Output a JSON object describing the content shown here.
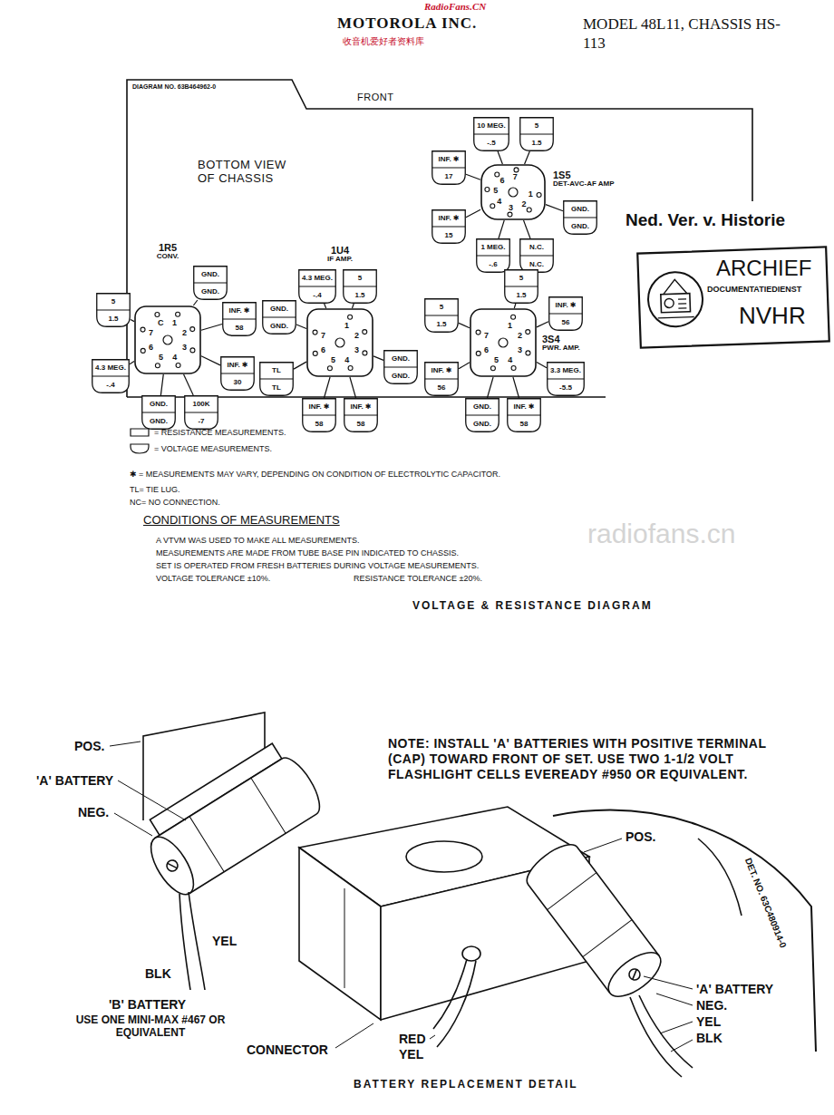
{
  "diagram": {
    "nodes": [
      {
        "text": [
          "1S5",
          "DET-AVC-AF AMP",
          "6",
          "7",
          "5",
          "1",
          "2",
          "4",
          "3"
        ]
      },
      {
        "text": [
          "10 MEG.",
          "-.5"
        ]
      },
      {
        "text": [
          "5",
          "1.5"
        ]
      },
      {
        "text": [
          "INF. ✱",
          "17"
        ]
      },
      {
        "text": [
          "GND.",
          "GND."
        ]
      },
      {
        "text": [
          "INF. ✱",
          "15"
        ]
      },
      {
        "text": [
          "1 MEG.",
          "-.6"
        ]
      },
      {
        "text": [
          "N.C.",
          "N.C."
        ]
      },
      {
        "text": [
          "1R5",
          "CONV.",
          "C",
          "7",
          "1",
          "2",
          "6",
          "3",
          "5",
          "4"
        ]
      },
      {
        "text": [
          "GND.",
          "GND."
        ]
      },
      {
        "text": [
          "5",
          "1.5"
        ]
      },
      {
        "text": [
          "INF. ✱",
          "58"
        ]
      },
      {
        "text": [
          "4.3 MEG.",
          "-.4"
        ]
      },
      {
        "text": [
          "INF. ✱",
          "30"
        ]
      },
      {
        "text": [
          "GND.",
          "GND."
        ]
      },
      {
        "text": [
          "100K",
          "-7"
        ]
      },
      {
        "text": [
          "1U4",
          "IF AMP.",
          "6",
          "7",
          "1",
          "5",
          "2",
          "4",
          "3"
        ]
      },
      {
        "text": [
          "4.3 MEG.",
          "-.4"
        ]
      },
      {
        "text": [
          "5",
          "1.5"
        ]
      },
      {
        "text": [
          "GND.",
          "GND."
        ]
      },
      {
        "text": [
          "GND.",
          "GND."
        ]
      },
      {
        "text": [
          "TL",
          "TL"
        ]
      },
      {
        "text": [
          "INF. ✱",
          "58"
        ]
      },
      {
        "text": [
          "INF. ✱",
          "58"
        ]
      },
      {
        "text": [
          "3S4",
          "PWR. AMP.",
          "7",
          "1",
          "2",
          "6",
          "3",
          "5",
          "4"
        ]
      },
      {
        "text": [
          "5",
          "1.5"
        ]
      },
      {
        "text": [
          "5",
          "1.5"
        ]
      },
      {
        "text": [
          "INF. ✱",
          "56"
        ]
      },
      {
        "text": [
          "INF. ✱",
          "56"
        ]
      },
      {
        "text": [
          "3.3 MEG.",
          "-5.5"
        ]
      },
      {
        "text": [
          "GND.",
          "GND."
        ]
      },
      {
        "text": [
          "INF. ✱",
          "58"
        ]
      }
    ],
    "edges": [
      {
        "from": 0,
        "to": 1,
        "arrow": "none"
      },
      {
        "from": 0,
        "to": 2,
        "arrow": "none"
      },
      {
        "from": 0,
        "to": 3,
        "arrow": "none"
      },
      {
        "from": 0,
        "to": 4,
        "arrow": "none"
      },
      {
        "from": 0,
        "to": 5,
        "arrow": "none"
      },
      {
        "from": 0,
        "to": 6,
        "arrow": "none"
      },
      {
        "from": 0,
        "to": 7,
        "arrow": "none"
      },
      {
        "from": 8,
        "to": 9,
        "arrow": "none"
      },
      {
        "from": 8,
        "to": 10,
        "arrow": "none"
      },
      {
        "from": 8,
        "to": 11,
        "arrow": "none"
      },
      {
        "from": 8,
        "to": 12,
        "arrow": "none"
      },
      {
        "from": 8,
        "to": 13,
        "arrow": "none"
      },
      {
        "from": 8,
        "to": 14,
        "arrow": "none"
      },
      {
        "from": 8,
        "to": 15,
        "arrow": "none"
      },
      {
        "from": 16,
        "to": 17,
        "arrow": "none"
      },
      {
        "from": 16,
        "to": 18,
        "arrow": "none"
      },
      {
        "from": 16,
        "to": 19,
        "arrow": "none"
      },
      {
        "from": 16,
        "to": 20,
        "arrow": "none"
      },
      {
        "from": 16,
        "to": 21,
        "arrow": "none"
      },
      {
        "from": 16,
        "to": 22,
        "arrow": "none"
      },
      {
        "from": 16,
        "to": 23,
        "arrow": "none"
      },
      {
        "from": 24,
        "to": 25,
        "arrow": "none"
      },
      {
        "from": 24,
        "to": 26,
        "arrow": "none"
      },
      {
        "from": 24,
        "to": 27,
        "arrow": "none"
      },
      {
        "from": 24,
        "to": 28,
        "arrow": "none"
      },
      {
        "from": 24,
        "to": 29,
        "arrow": "none"
      },
      {
        "from": 24,
        "to": 30,
        "arrow": "none"
      },
      {
        "from": 24,
        "to": 31,
        "arrow": "none"
      }
    ],
    "labels": [
      "RadioFans.CN",
      "收音机爱好者资料库",
      "MOTOROLA INC.",
      "MODEL 48L11, CHASSIS HS-113",
      "DIAGRAM NO. 63B464962-0",
      "FRONT",
      "BOTTOM VIEW OF CHASSIS",
      "Ned. Ver. v. Historie",
      "ARCHIEF",
      "DOCUMENTATIEDIENST",
      "NVHR",
      "✱ = MEASUREMENTS MAY VARY, DEPENDING ON CONDITION OF ELECTROLYTIC CAPACITOR.",
      "TL= TIE LUG.",
      "NC= NO CONNECTION.",
      "CONDITIONS OF MEASUREMENTS",
      "A VTVM WAS USED TO MAKE ALL MEASUREMENTS.",
      "MEASUREMENTS ARE MADE FROM TUBE BASE PIN INDICATED TO CHASSIS.",
      "SET IS OPERATED FROM FRESH BATTERIES DURING VOLTAGE MEASUREMENTS.",
      "VOLTAGE TOLERANCE ±10%.",
      "RESISTANCE TOLERANCE ±20%.",
      "radiofans.cn",
      "VOLTAGE & RESISTANCE DIAGRAM",
      "NOTE: INSTALL 'A' BATTERIES WITH POSITIVE TERMINAL (CAP) TOWARD FRONT OF SET. USE TWO 1-1/2 VOLT FLASHLIGHT CELLS EVEREADY #950 OR EQUIVALENT.",
      "POS.",
      "'A' BATTERY",
      "NEG.",
      "YEL",
      "BLK",
      "'B' BATTERY",
      "USE ONE MINI-MAX #467 OR EQUIVALENT",
      "CONNECTOR",
      "RED",
      "YEL",
      "POS.",
      "DET. NO. 63C480914-0",
      "'A' BATTERY",
      "NEG.",
      "YEL",
      "BLK",
      "BATTERY REPLACEMENT DETAIL"
    ],
    "legend": [
      {
        "text": "= RESISTANCE MEASUREMENTS."
      },
      {
        "text": "= VOLTAGE MEASUREMENTS."
      }
    ]
  }
}
